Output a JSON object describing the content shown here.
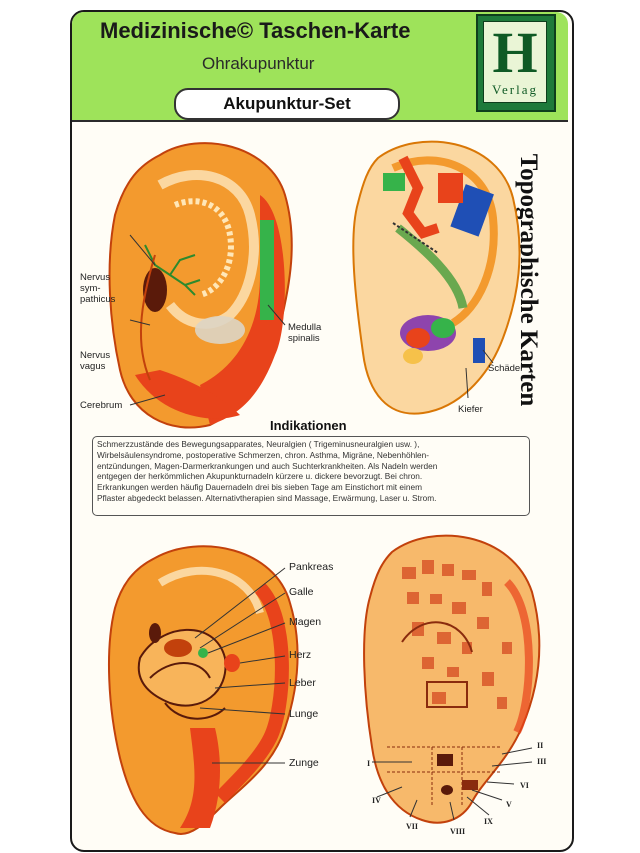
{
  "header": {
    "title": "Medizinische© Taschen-Karte",
    "subtitle": "Ohrakupunktur",
    "set_label": "Akupunktur-Set",
    "logo_letter": "H",
    "logo_text": "Verlag"
  },
  "side_title": "Topographische Karten",
  "ear1_labels": {
    "nervus_sympathicus": [
      "Nervus",
      "sym-",
      "pathicus"
    ],
    "nervus_vagus": [
      "Nervus",
      "vagus"
    ],
    "cerebrum": "Cerebrum",
    "medulla_spinalis": [
      "Medulla",
      "spinalis"
    ]
  },
  "ear2_labels": {
    "schaedel": "Schädel",
    "kiefer": "Kiefer"
  },
  "indications": {
    "title": "Indikationen",
    "lines": [
      "Schmerzzustände des Bewegungsapparates, Neuralgien ( Trigeminusneuralgien usw. ),",
      "Wirbelsäulensyndrome, postoperative Schmerzen, chron. Asthma, Migräne, Nebenhöhlen-",
      "entzündungen, Magen-Darmerkrankungen und auch Suchterkrankheiten. Als Nadeln werden",
      "entgegen der herkömmlichen Akupunkturnadeln kürzere u. dickere bevorzugt. Bei chron.",
      "Erkrankungen werden häufig Dauernadeln drei bis sieben Tage am Einstichort mit einem",
      "Pflaster abgedeckt belassen. Alternativtherapien sind Massage, Erwärmung, Laser u. Strom."
    ]
  },
  "ear3_labels": {
    "pankreas": "Pankreas",
    "galle": "Galle",
    "magen": "Magen",
    "herz": "Herz",
    "leber": "Leber",
    "lunge": "Lunge",
    "zunge": "Zunge"
  },
  "ear4_roman": {
    "i": "I",
    "ii": "II",
    "iii": "III",
    "iv": "IV",
    "v": "V",
    "vi": "VI",
    "vii": "VII",
    "viii": "VIII",
    "ix": "IX"
  },
  "colors": {
    "header_green": "#9ee35a",
    "logo_green": "#1e7a3a",
    "ear_orange": "#f39a2e",
    "ear_red": "#e8431b",
    "ear_pale": "#fbd7a0"
  }
}
